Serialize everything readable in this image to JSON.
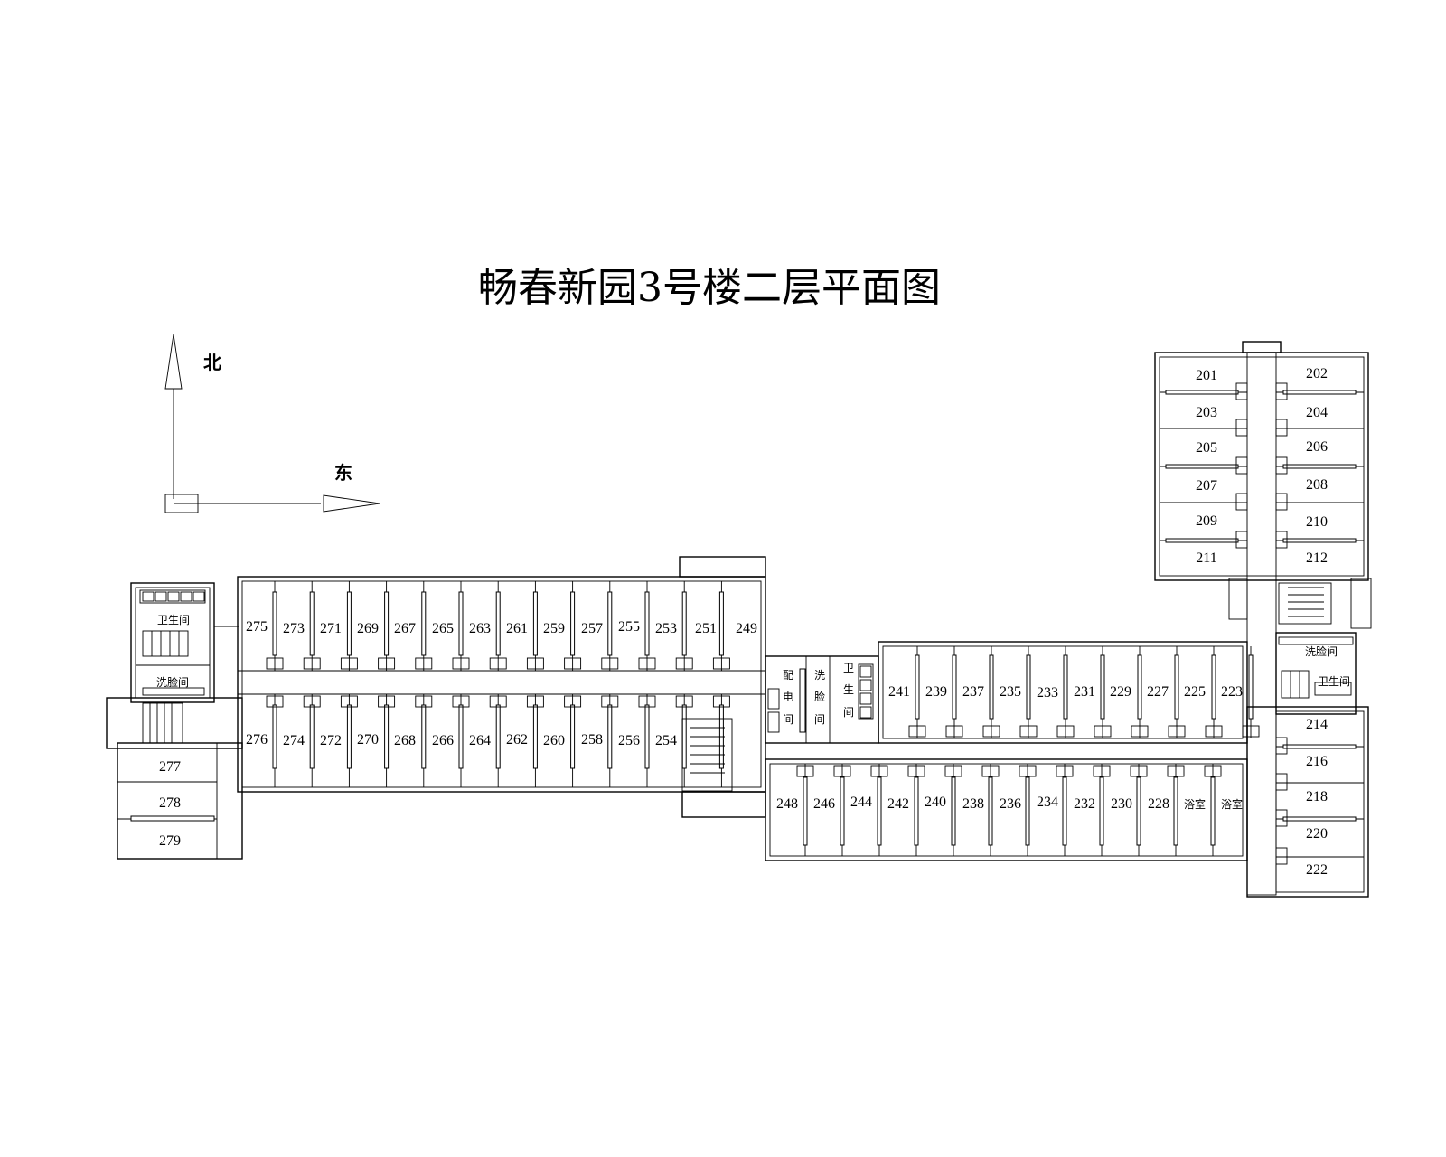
{
  "title": "畅春新园3号楼二层平面图",
  "compass": {
    "north": "北",
    "east": "东"
  },
  "rooms": {
    "r201": "201",
    "r202": "202",
    "r203": "203",
    "r204": "204",
    "r205": "205",
    "r206": "206",
    "r207": "207",
    "r208": "208",
    "r209": "209",
    "r210": "210",
    "r211": "211",
    "r212": "212",
    "r214": "214",
    "r216": "216",
    "r218": "218",
    "r220": "220",
    "r222": "222",
    "r223": "223",
    "r225": "225",
    "r227": "227",
    "r229": "229",
    "r231": "231",
    "r233": "233",
    "r235": "235",
    "r237": "237",
    "r239": "239",
    "r241": "241",
    "r228": "228",
    "r230": "230",
    "r232": "232",
    "r234": "234",
    "r236": "236",
    "r238": "238",
    "r240": "240",
    "r242": "242",
    "r244": "244",
    "r246": "246",
    "r248": "248",
    "r249": "249",
    "r251": "251",
    "r253": "253",
    "r255": "255",
    "r257": "257",
    "r259": "259",
    "r261": "261",
    "r263": "263",
    "r265": "265",
    "r267": "267",
    "r269": "269",
    "r271": "271",
    "r273": "273",
    "r275": "275",
    "r254": "254",
    "r256": "256",
    "r258": "258",
    "r260": "260",
    "r262": "262",
    "r264": "264",
    "r266": "266",
    "r268": "268",
    "r270": "270",
    "r272": "272",
    "r274": "274",
    "r276": "276",
    "r277": "277",
    "r278": "278",
    "r279": "279"
  },
  "facilities": {
    "toilet_west": "卫生间",
    "washroom_west": "洗脸间",
    "washroom_east": "洗脸间",
    "toilet_east": "卫生间",
    "bath1": "浴室",
    "bath2": "浴室",
    "power_room": [
      "配",
      "电",
      "间"
    ],
    "washroom_mid": [
      "洗",
      "脸",
      "间"
    ],
    "toilet_mid": [
      "卫",
      "生",
      "间"
    ]
  }
}
